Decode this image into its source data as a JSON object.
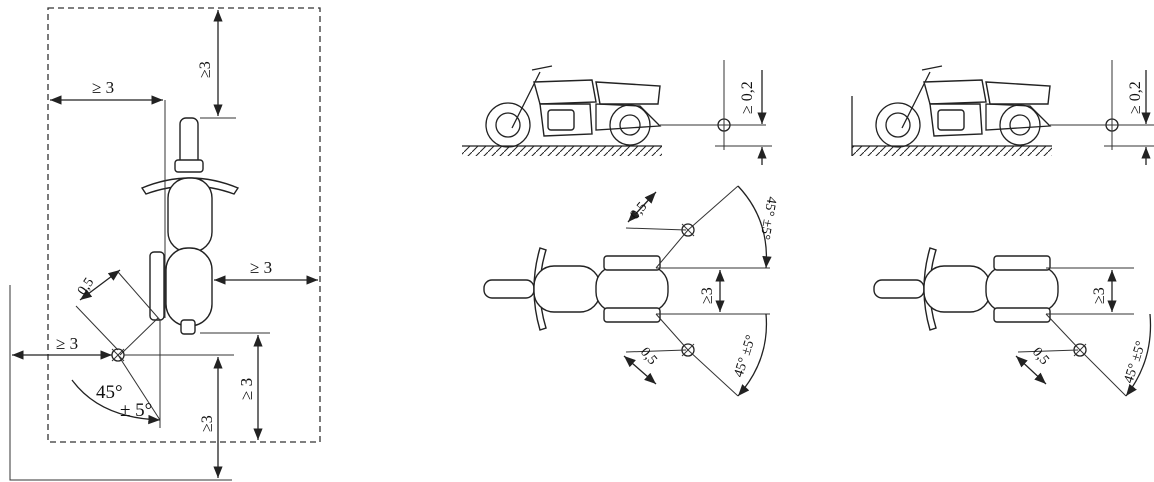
{
  "labels": {
    "ge3": "≥ 3",
    "ge3_tight": "≥3",
    "p05": "0,5",
    "ge02": "≥ 0,2",
    "deg45": "45°",
    "pm5": "± 5°",
    "deg45pm5": "45° ±5°"
  },
  "colors": {
    "line": "#222222",
    "background": "#ffffff"
  }
}
